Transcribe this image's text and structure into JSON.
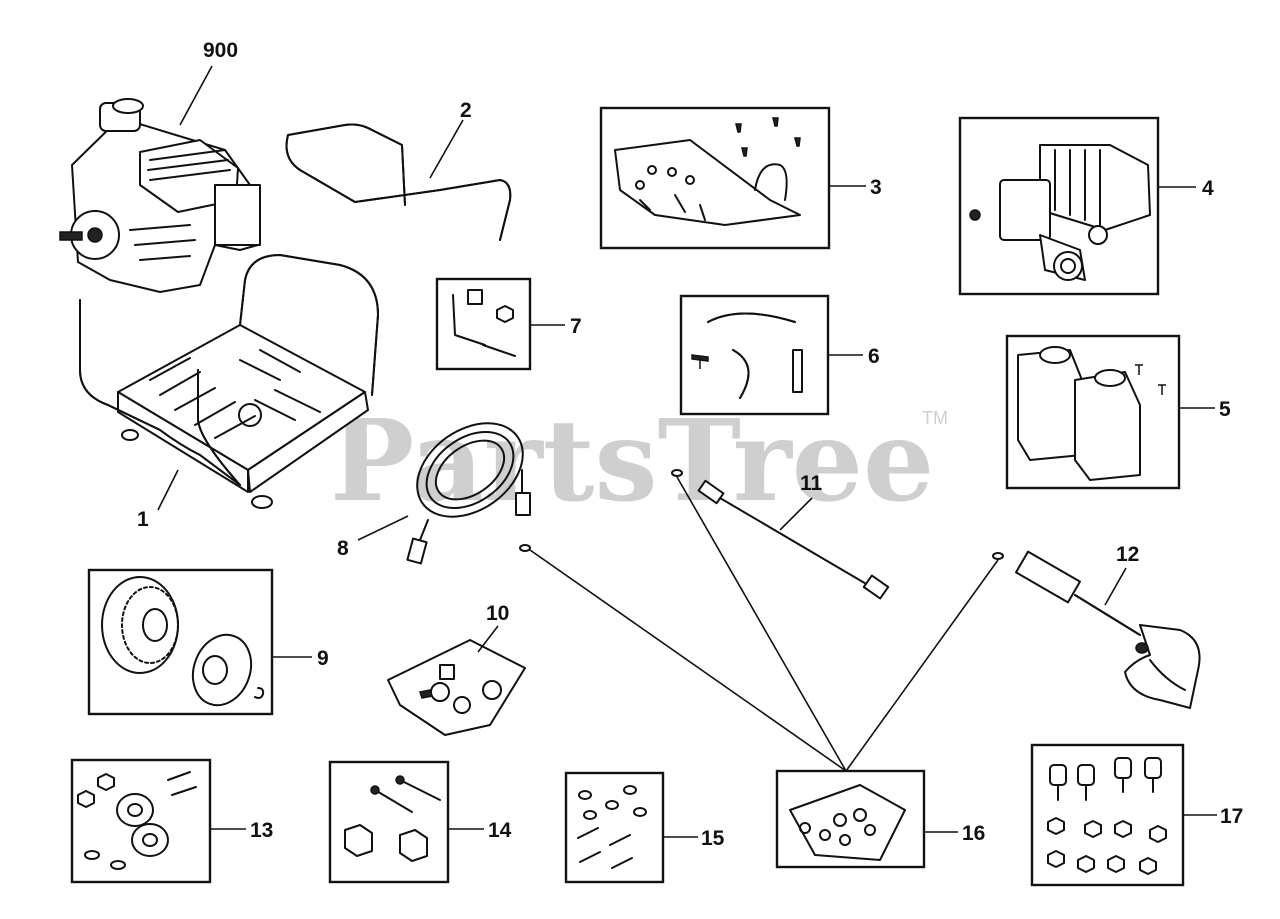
{
  "watermark": {
    "text": "PartsTree",
    "trademark": "TM"
  },
  "callouts": [
    {
      "id": "900",
      "label": "900"
    },
    {
      "id": "1",
      "label": "1"
    },
    {
      "id": "2",
      "label": "2"
    },
    {
      "id": "3",
      "label": "3"
    },
    {
      "id": "4",
      "label": "4"
    },
    {
      "id": "5",
      "label": "5"
    },
    {
      "id": "6",
      "label": "6"
    },
    {
      "id": "7",
      "label": "7"
    },
    {
      "id": "8",
      "label": "8"
    },
    {
      "id": "9",
      "label": "9"
    },
    {
      "id": "10",
      "label": "10"
    },
    {
      "id": "11",
      "label": "11"
    },
    {
      "id": "12",
      "label": "12"
    },
    {
      "id": "13",
      "label": "13"
    },
    {
      "id": "14",
      "label": "14"
    },
    {
      "id": "15",
      "label": "15"
    },
    {
      "id": "16",
      "label": "16"
    },
    {
      "id": "17",
      "label": "17"
    }
  ]
}
